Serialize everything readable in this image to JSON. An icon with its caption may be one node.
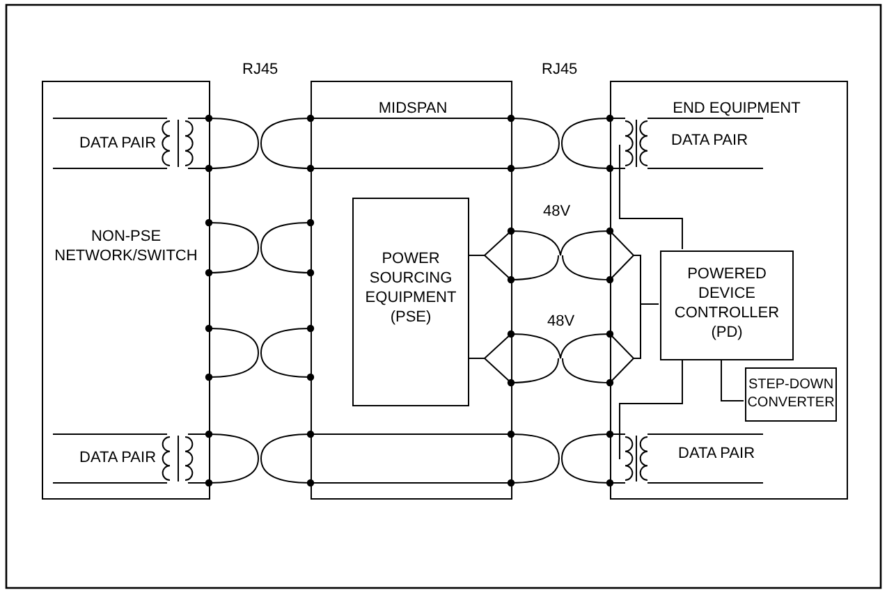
{
  "diagram": {
    "nodes": [
      {
        "text": [
          "NON-PSE NETWORK/SWITCH"
        ]
      },
      {
        "text": [
          "MIDSPAN"
        ]
      },
      {
        "text": [
          "POWER SOURCING EQUIPMENT (PSE)"
        ],
        "in": 1
      },
      {
        "text": [
          "END EQUIPMENT"
        ]
      },
      {
        "text": [
          "POWERED DEVICE CONTROLLER (PD)"
        ],
        "in": 3
      },
      {
        "text": [
          "STEP-DOWN CONVERTER"
        ],
        "in": 3
      }
    ],
    "edges": [
      {
        "from": 2,
        "to": 4,
        "arrow": "none",
        "label": "48V"
      },
      {
        "from": 2,
        "to": 4,
        "arrow": "none",
        "label": "48V"
      },
      {
        "from": 4,
        "to": 5,
        "arrow": "none"
      }
    ],
    "labels": [
      "RJ45",
      "RJ45",
      "DATA PAIR",
      "DATA PAIR",
      "DATA PAIR",
      "DATA PAIR"
    ]
  }
}
